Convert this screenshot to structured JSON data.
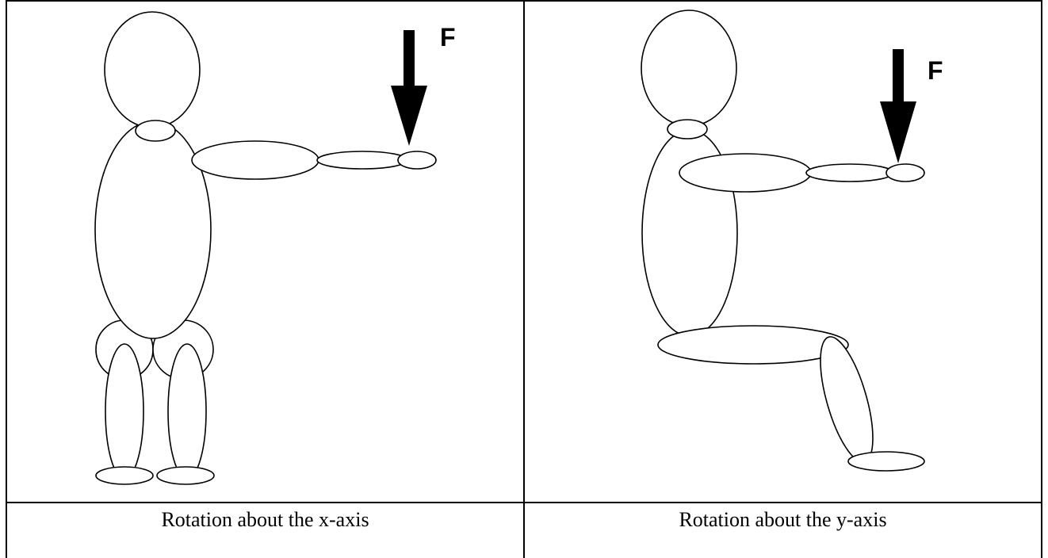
{
  "figures": [
    {
      "force_label": "F",
      "caption": "Rotation about the x-axis"
    },
    {
      "force_label": "F",
      "caption": "Rotation about the y-axis"
    }
  ]
}
